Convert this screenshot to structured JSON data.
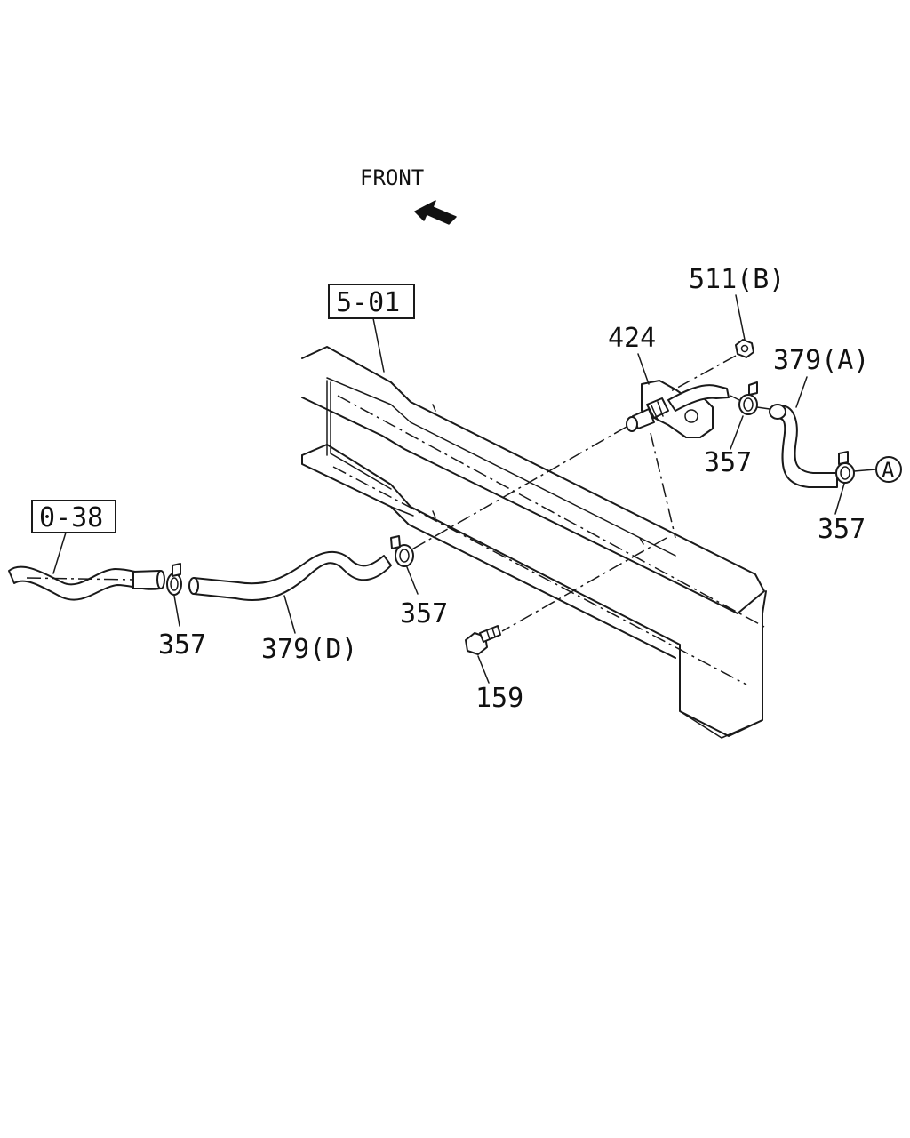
{
  "orientation": {
    "text": "FRONT"
  },
  "reference_boxes": [
    {
      "id": "frame",
      "text": "5-01"
    },
    {
      "id": "hose-ref",
      "text": "0-38"
    }
  ],
  "callouts": {
    "nut": "511(B)",
    "bracket_pipe": "424",
    "hose_a": "379(A)",
    "hose_d": "379(D)",
    "clamp": "357",
    "bolt": "159",
    "circle_ref": "A"
  }
}
